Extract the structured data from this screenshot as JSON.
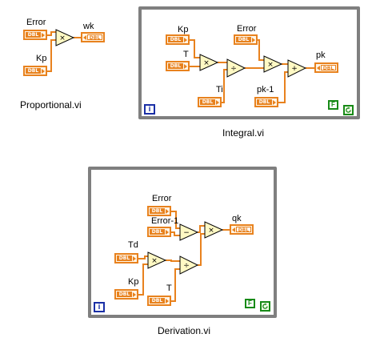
{
  "captions": {
    "proportional": "Proportional.vi",
    "integral": "Integral.vi",
    "derivation": "Derivation.vi"
  },
  "proportional": {
    "error_label": "Error",
    "kp_label": "Kp",
    "wk_label": "wk",
    "op_symbol": "×"
  },
  "integral": {
    "kp_label": "Kp",
    "t_label": "T",
    "error_label": "Error",
    "ti_label": "Ti",
    "pk1_label": "pk-1",
    "pk_label": "pk",
    "mult1_symbol": "×",
    "div_symbol": "÷",
    "mult2_symbol": "×",
    "add_symbol": "+",
    "iteration_symbol": "i",
    "stop_symbol": "F"
  },
  "derivation": {
    "error_label": "Error",
    "error1_label": "Error-1",
    "td_label": "Td",
    "kp_label": "Kp",
    "t_label": "T",
    "qk_label": "qk",
    "sub_symbol": "−",
    "mult1_symbol": "×",
    "div_symbol": "÷",
    "mult2_symbol": "×",
    "iteration_symbol": "i",
    "stop_symbol": "F"
  },
  "terminal_type": "DBL",
  "colors": {
    "wire": "#e8821e",
    "loop_border": "#7f7f7f",
    "iteration": "#1a2fa6",
    "stop": "#178a17",
    "node_fill": "#fff9c4",
    "node_border": "#000000"
  }
}
